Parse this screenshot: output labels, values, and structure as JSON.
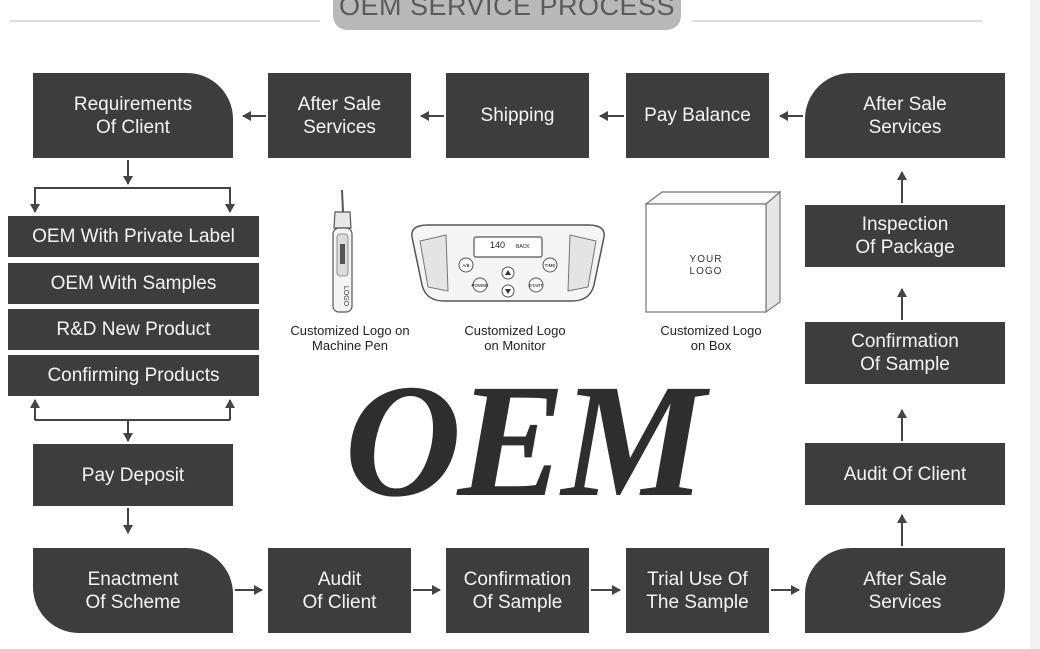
{
  "title": "OEM SERVICE PROCESS",
  "top_row": {
    "requirements": "Requirements\nOf Client",
    "after_sale_1": "After Sale\nServices",
    "shipping": "Shipping",
    "pay_balance": "Pay Balance",
    "after_sale_2": "After Sale\nServices"
  },
  "options": [
    "OEM With Private Label",
    "OEM With Samples",
    "R&D New Product",
    "Confirming Products"
  ],
  "left_col": {
    "pay_deposit": "Pay Deposit"
  },
  "bottom_row": {
    "enactment": "Enactment\nOf Scheme",
    "audit": "Audit\nOf Client",
    "confirmation": "Confirmation\nOf Sample",
    "trial": "Trial Use Of\nThe Sample",
    "after_sale": "After Sale\nServices"
  },
  "right_col": {
    "inspection": "Inspection\nOf Package",
    "confirmation": "Confirmation\nOf Sample",
    "audit": "Audit Of Client"
  },
  "products": {
    "pen_caption": "Customized Logo on\nMachine Pen",
    "monitor_caption": "Customized Logo\non Monitor",
    "box_caption": "Customized Logo\non Box",
    "box_logo": "YOUR\nLOGO",
    "pen_logo": "LOGO",
    "monitor_display_value": "140",
    "monitor_display_label": "BACK",
    "monitor_buttons": [
      "A/B",
      "TIME",
      "POWER",
      "START"
    ]
  },
  "watermark": "OEM",
  "colors": {
    "box": "#3d3d3d",
    "box_text": "#f4f4f4",
    "arrow": "#444444",
    "title_bar": "#b9b9b9"
  }
}
